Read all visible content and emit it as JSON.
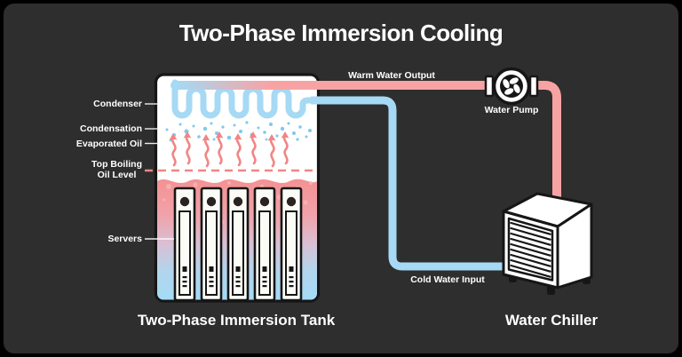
{
  "title": "Two-Phase Immersion Cooling",
  "tank": {
    "caption": "Two-Phase Immersion Tank",
    "server_count": 5,
    "labels": {
      "condenser": "Condenser",
      "condensation": "Condensation",
      "evaporated_oil": "Evaporated Oil",
      "top_boiling_line1": "Top Boiling",
      "top_boiling_line2": "Oil Level",
      "servers": "Servers"
    }
  },
  "cooling_loop": {
    "warm_water_output": "Warm Water Output",
    "water_pump": "Water Pump",
    "cold_water_input": "Cold Water Input",
    "water_chiller": "Water Chiller"
  },
  "colors": {
    "background": "#2e2e2e",
    "frame": "#000000",
    "text": "#ffffff",
    "outline": "#161616",
    "warm_pipe": "#f8a3a3",
    "cold_pipe": "#a6d9f4",
    "condenser_coil": "#a6d9f4",
    "condensation_droplets": "#7fc9ee",
    "evaporated_oil_arrows": "#f28585",
    "boiling_level_line": "#f28585",
    "liquid_top": "#f48f8f",
    "liquid_bottom": "#a3dcf7",
    "tank_fill": "#ffffff"
  }
}
